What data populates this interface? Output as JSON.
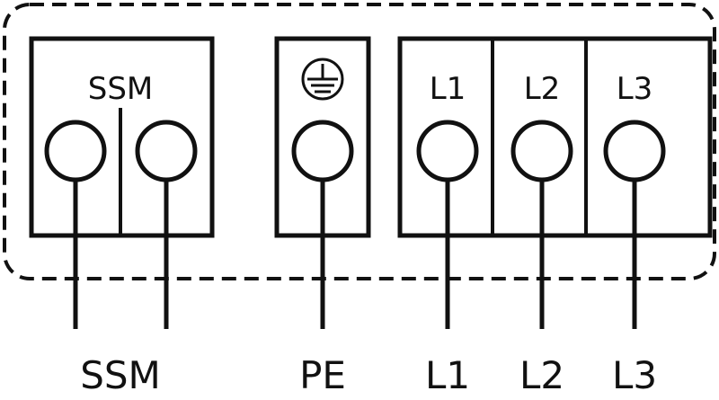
{
  "terminals": {
    "ssm": {
      "label": "SSM"
    },
    "pe": {
      "icon": "protective-earth-icon"
    },
    "l1": {
      "label": "L1"
    },
    "l2": {
      "label": "L2"
    },
    "l3": {
      "label": "L3"
    }
  },
  "wires": {
    "ssm": "SSM",
    "pe": "PE",
    "l1": "L1",
    "l2": "L2",
    "l3": "L3"
  },
  "colors": {
    "stroke": "#111111",
    "background": "#ffffff"
  }
}
